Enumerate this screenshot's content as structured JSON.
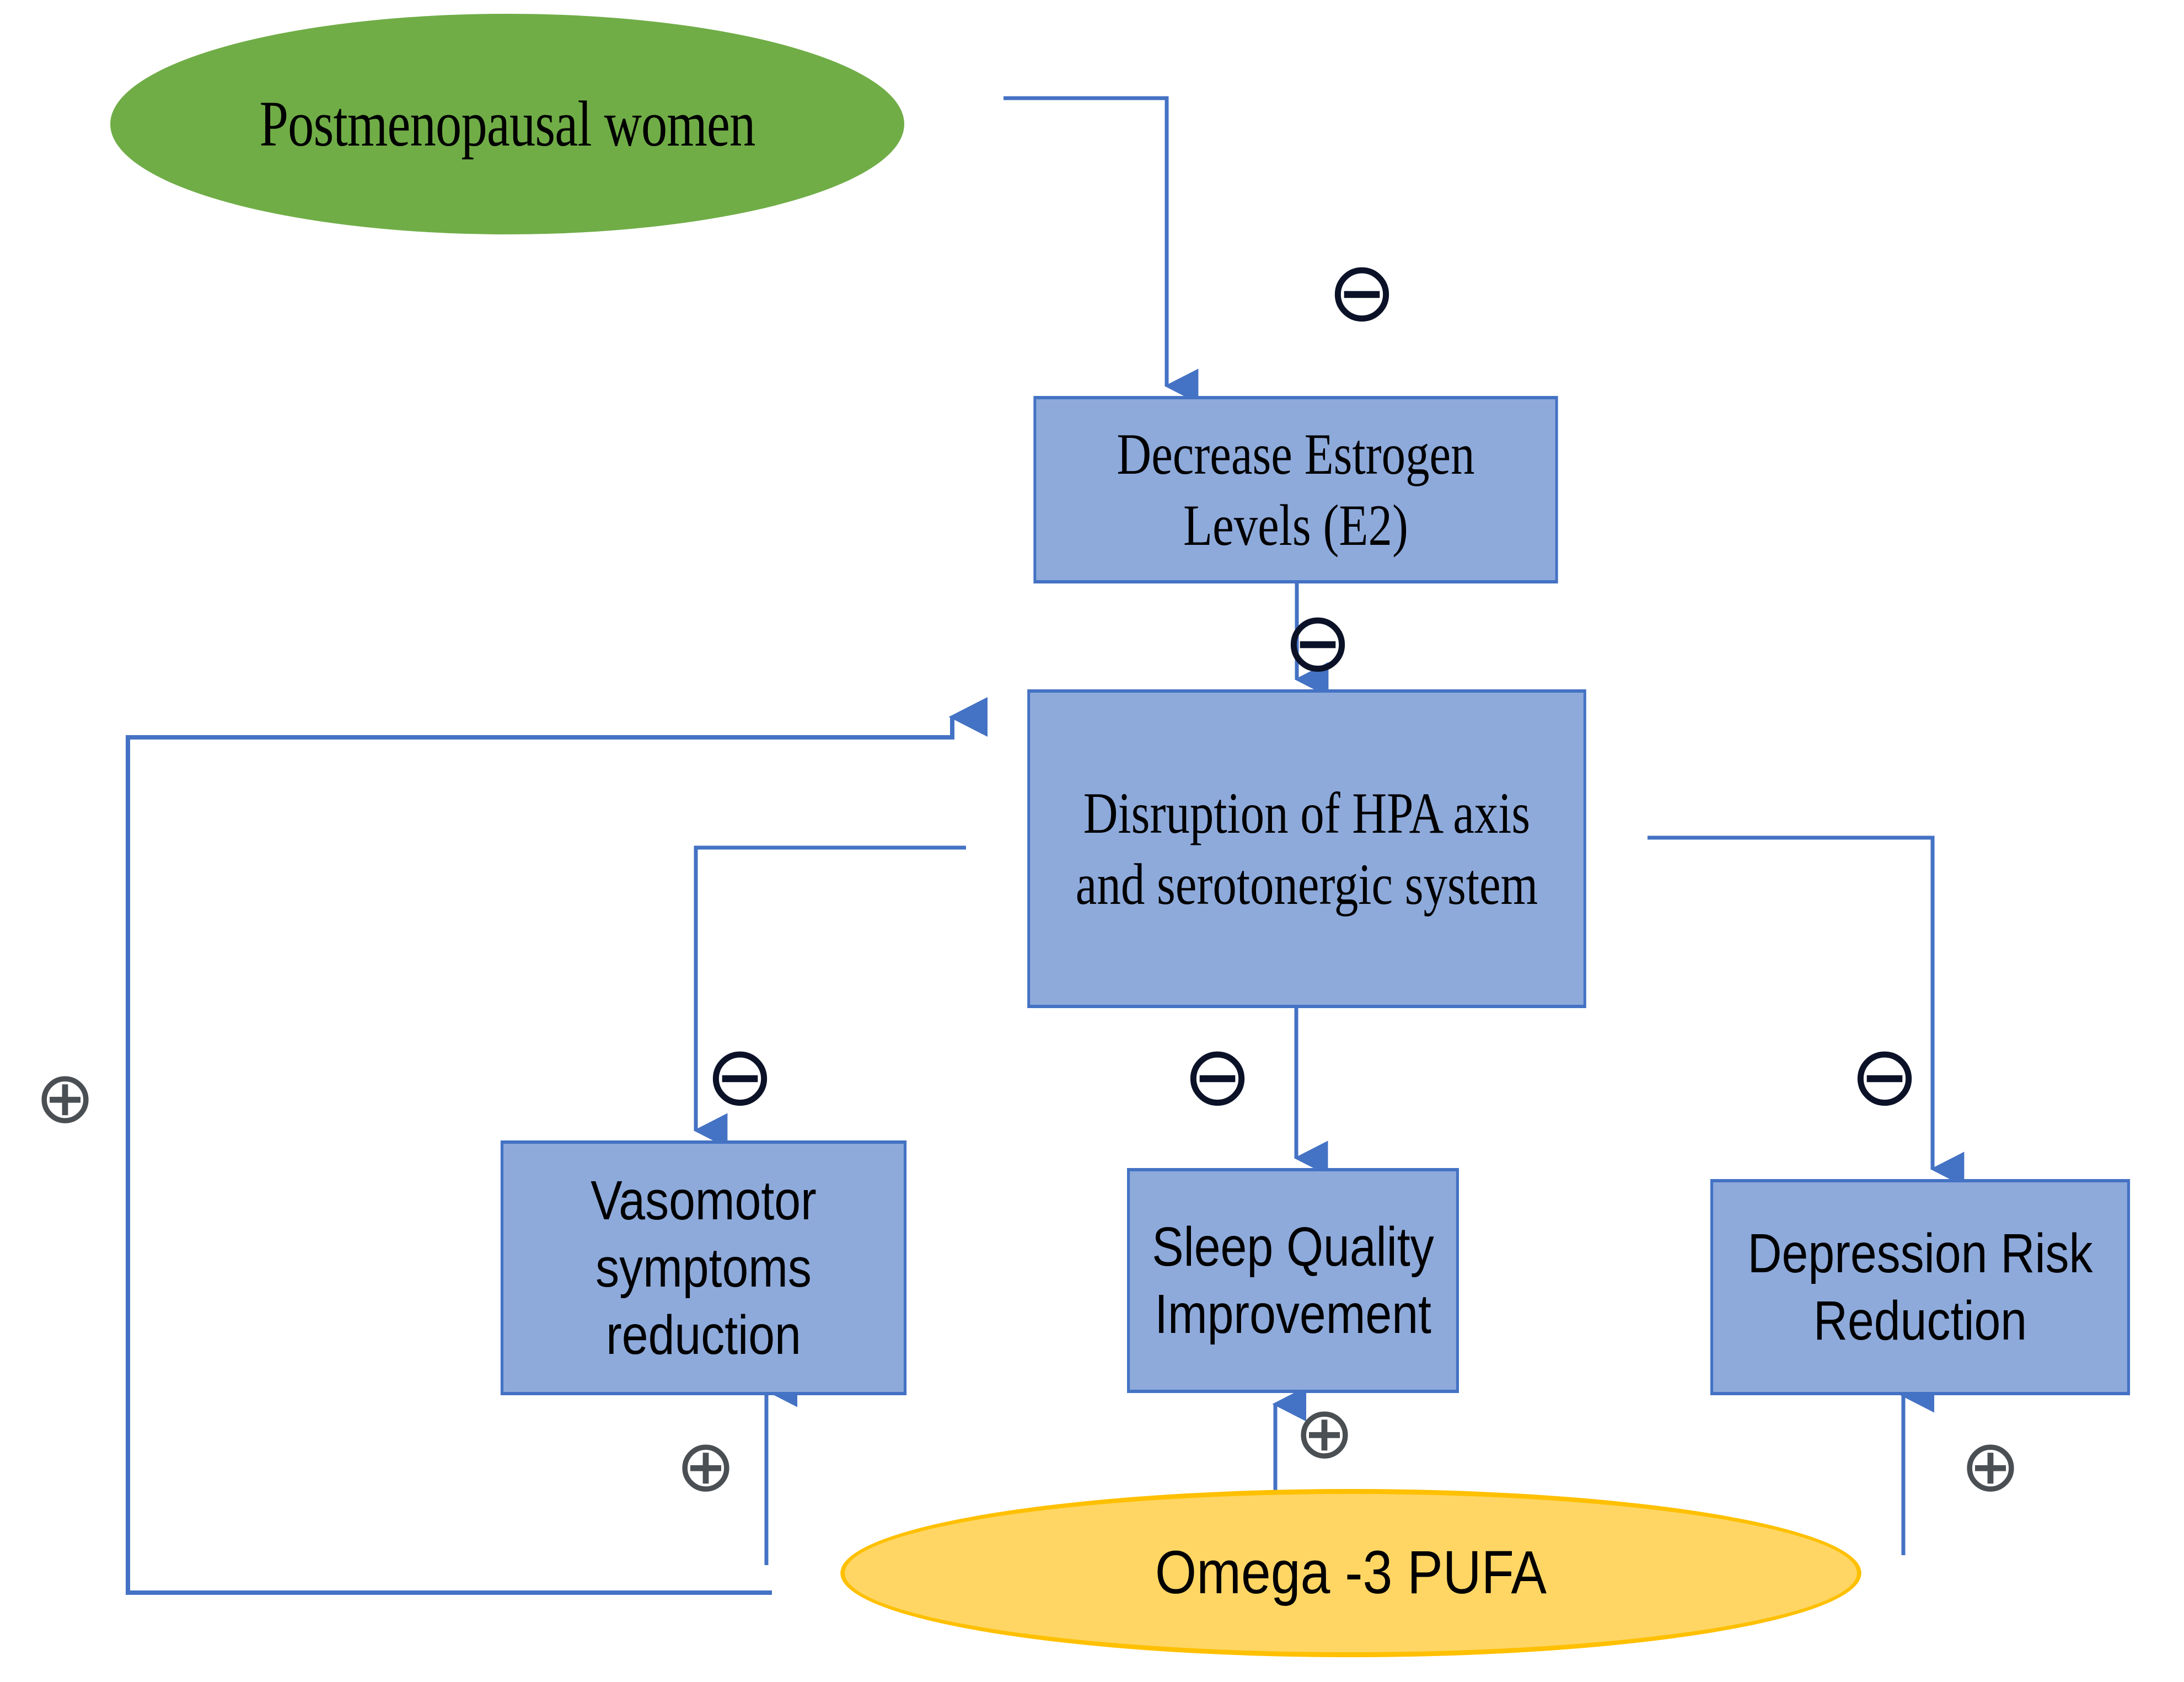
{
  "diagram": {
    "title": "Omega-3 PUFA effects on postmenopausal symptoms pathway",
    "colors": {
      "green_node_fill": "#70AD47",
      "yellow_node_fill": "#FFD664",
      "yellow_node_border": "#FFC000",
      "box_fill": "#8EAADB",
      "box_border": "#4472C4",
      "edge_line": "#4472C4",
      "minus_sign_color": "#0B1228",
      "plus_sign_color": "#4A4F54",
      "background": "#FFFFFF"
    },
    "nodes": [
      {
        "id": "postmenopausal-women",
        "shape": "ellipse",
        "label": "Postmenopausal women"
      },
      {
        "id": "decrease-estrogen",
        "shape": "rectangle",
        "label_line1": "Decrease Estrogen",
        "label_line2": "Levels (E2)"
      },
      {
        "id": "hpa-disruption",
        "shape": "rectangle",
        "label_line1": "Disruption of HPA axis",
        "label_line2": "and serotonergic system"
      },
      {
        "id": "vasomotor-symptoms-reduction",
        "shape": "rectangle",
        "label_line1": "Vasomotor",
        "label_line2": "symptoms",
        "label_line3": "reduction"
      },
      {
        "id": "sleep-quality-improvement",
        "shape": "rectangle",
        "label_line1": "Sleep Quality",
        "label_line2": "Improvement"
      },
      {
        "id": "depression-risk-reduction",
        "shape": "rectangle",
        "label_line1": "Depression Risk",
        "label_line2": "Reduction"
      },
      {
        "id": "omega-3-pufa",
        "shape": "ellipse",
        "label": "Omega -3 PUFA"
      }
    ],
    "edge_signs": [
      {
        "id": "sign-women-to-estrogen",
        "symbol": "⊖",
        "polarity": "negative"
      },
      {
        "id": "sign-estrogen-to-hpa",
        "symbol": "⊖",
        "polarity": "negative"
      },
      {
        "id": "sign-hpa-to-vasomotor",
        "symbol": "⊖",
        "polarity": "negative"
      },
      {
        "id": "sign-hpa-to-sleep",
        "symbol": "⊖",
        "polarity": "negative"
      },
      {
        "id": "sign-hpa-to-depression",
        "symbol": "⊖",
        "polarity": "negative"
      },
      {
        "id": "sign-omega-to-hpa",
        "symbol": "⊕",
        "polarity": "positive"
      },
      {
        "id": "sign-omega-to-vasomotor",
        "symbol": "⊕",
        "polarity": "positive"
      },
      {
        "id": "sign-omega-to-sleep",
        "symbol": "⊕",
        "polarity": "positive"
      },
      {
        "id": "sign-omega-to-depression",
        "symbol": "⊕",
        "polarity": "positive"
      }
    ],
    "edges": [
      {
        "id": "edge-women-to-estrogen",
        "from": "postmenopausal-women",
        "to": "decrease-estrogen",
        "sign": "⊖"
      },
      {
        "id": "edge-estrogen-to-hpa",
        "from": "decrease-estrogen",
        "to": "hpa-disruption",
        "sign": "⊖"
      },
      {
        "id": "edge-hpa-to-vasomotor",
        "from": "hpa-disruption",
        "to": "vasomotor-symptoms-reduction",
        "sign": "⊖"
      },
      {
        "id": "edge-hpa-to-sleep",
        "from": "hpa-disruption",
        "to": "sleep-quality-improvement",
        "sign": "⊖"
      },
      {
        "id": "edge-hpa-to-depression",
        "from": "hpa-disruption",
        "to": "depression-risk-reduction",
        "sign": "⊖"
      },
      {
        "id": "edge-omega-to-hpa",
        "from": "omega-3-pufa",
        "to": "hpa-disruption",
        "sign": "⊕"
      },
      {
        "id": "edge-omega-to-vasomotor",
        "from": "omega-3-pufa",
        "to": "vasomotor-symptoms-reduction",
        "sign": "⊕"
      },
      {
        "id": "edge-omega-to-sleep",
        "from": "omega-3-pufa",
        "to": "sleep-quality-improvement",
        "sign": "⊕"
      },
      {
        "id": "edge-omega-to-depression",
        "from": "omega-3-pufa",
        "to": "depression-risk-reduction",
        "sign": "⊕"
      }
    ]
  }
}
